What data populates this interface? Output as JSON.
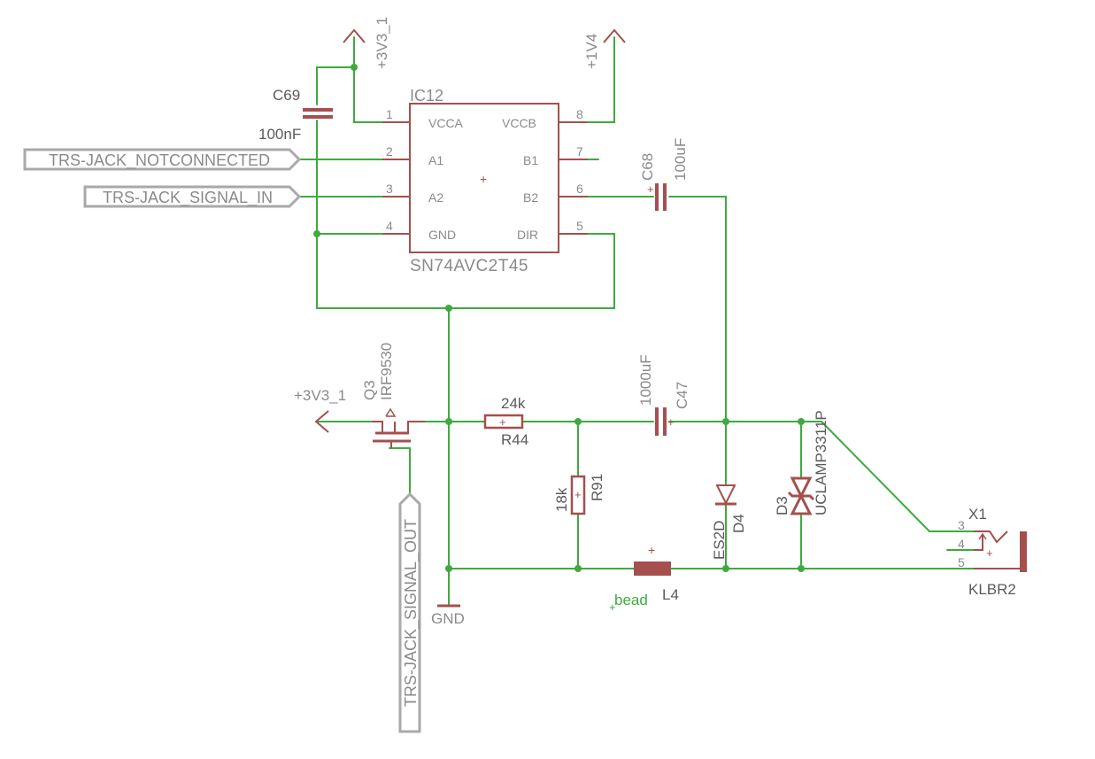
{
  "ic": {
    "ref": "IC12",
    "value": "SN74AVC2T45",
    "pins_left": [
      {
        "num": "1",
        "name": "VCCA"
      },
      {
        "num": "2",
        "name": "A1"
      },
      {
        "num": "3",
        "name": "A2"
      },
      {
        "num": "4",
        "name": "GND"
      }
    ],
    "pins_right": [
      {
        "num": "8",
        "name": "VCCB"
      },
      {
        "num": "7",
        "name": "B1"
      },
      {
        "num": "6",
        "name": "B2"
      },
      {
        "num": "5",
        "name": "DIR"
      }
    ]
  },
  "supplies": {
    "v33_top": "+3V3_1",
    "v14": "+1V4",
    "v33_left": "+3V3_1",
    "gnd": "GND"
  },
  "ports": {
    "notconnected": "TRS-JACK_NOTCONNECTED",
    "signal_in": "TRS-JACK_SIGNAL_IN",
    "signal_out": "TRS-JACK_SIGNAL_OUT"
  },
  "components": {
    "c69_ref": "C69",
    "c69_value": "100nF",
    "c68_ref": "C68",
    "c68_value": "100uF",
    "c47_ref": "C47",
    "c47_value": "1000uF",
    "r44_ref": "R44",
    "r44_value": "24k",
    "r91_ref": "R91",
    "r91_value": "18k",
    "q3_ref": "Q3",
    "q3_value": "IRF9530",
    "d4_ref": "D4",
    "d4_value": "ES2D",
    "d3_ref": "D3",
    "d3_value": "UCLAMP3311P",
    "l4_ref": "L4",
    "l4_value": "bead",
    "x1_ref": "X1",
    "x1_value": "KLBR2",
    "x1_pins": [
      "3",
      "4",
      "5"
    ],
    "plus": "+"
  },
  "colors": {
    "wire": "#3eaa3e",
    "part": "#a54f4f",
    "port": "#a9a9a9",
    "text": "#8a8a8a"
  }
}
